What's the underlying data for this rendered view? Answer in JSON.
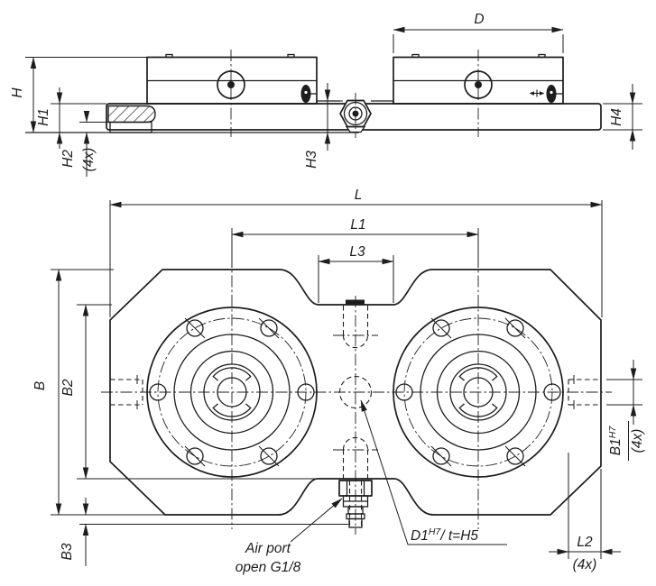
{
  "labels": {
    "h": "H",
    "h1": "H1",
    "h2": "H2",
    "h2_qty": "(4x)",
    "h3": "H3",
    "h4": "H4",
    "d": "D",
    "l": "L",
    "l1": "L1",
    "l3": "L3",
    "b": "B",
    "b2": "B2",
    "b3": "B3",
    "b1": "B1",
    "b1_tol": "H7",
    "b1_qty": "(4x)",
    "l2": "L2",
    "l2_qty": "(4x)",
    "d1": "D1",
    "d1_tol": "H7",
    "d1_suffix": "/ t=H5",
    "air_port_line1": "Air port",
    "air_port_line2": "open G1/8"
  },
  "colors": {
    "line": "#1d1d1d",
    "background": "#ffffff"
  }
}
